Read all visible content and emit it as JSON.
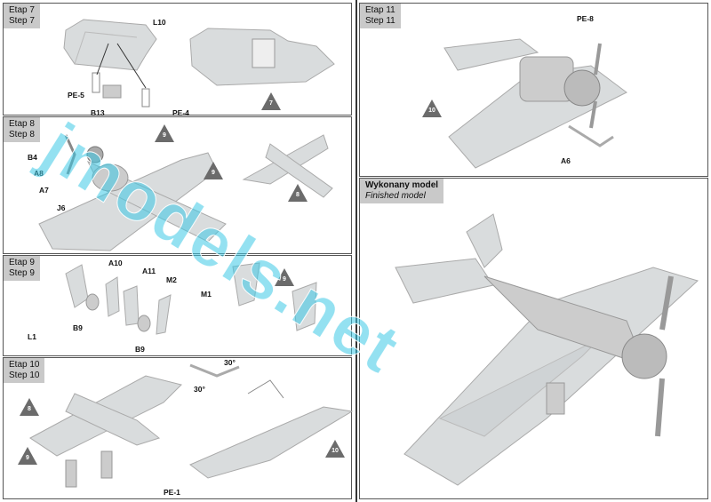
{
  "steps": {
    "s7": {
      "pl": "Etap 7",
      "en": "Step 7",
      "callouts": [
        "L10",
        "PE-5",
        "PE-4",
        "B13"
      ],
      "triangles": [
        "7"
      ]
    },
    "s8": {
      "pl": "Etap 8",
      "en": "Step 8",
      "callouts": [
        "B4",
        "A8",
        "A7",
        "J6"
      ],
      "triangles": [
        "9",
        "9",
        "8"
      ]
    },
    "s9": {
      "pl": "Etap 9",
      "en": "Step 9",
      "callouts": [
        "A10",
        "A11",
        "M2",
        "M1",
        "B9",
        "B9",
        "L1"
      ],
      "triangles": [
        "9"
      ]
    },
    "s10": {
      "pl": "Etap 10",
      "en": "Step 10",
      "callouts": [
        "PE-1",
        "30°",
        "30°"
      ],
      "triangles": [
        "8",
        "9",
        "10"
      ]
    },
    "s11": {
      "pl": "Etap 11",
      "en": "Step 11",
      "callouts": [
        "PE-8",
        "A6"
      ],
      "triangles": [
        "10"
      ]
    }
  },
  "finished": {
    "pl": "Wykonany model",
    "en": "Finished model"
  },
  "watermark": "jmodels.net",
  "colors": {
    "model": "#d8dbdd",
    "triangle": "#6b6b6b",
    "label_bg": "#c9c9c9",
    "watermark": "#3cc8e6"
  }
}
